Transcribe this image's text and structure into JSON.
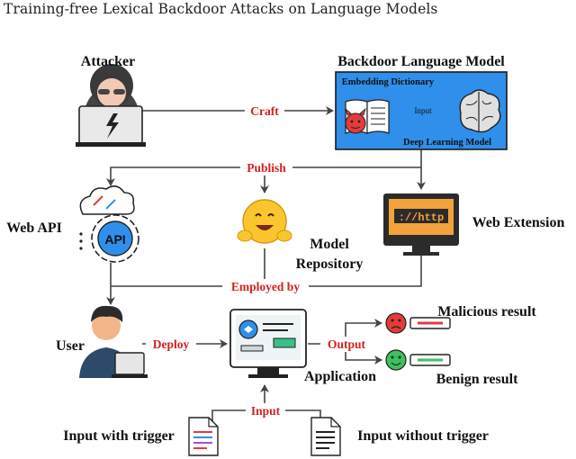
{
  "caption": "Training-free Lexical Backdoor Attacks on Language Models",
  "nodes": {
    "attacker": "Attacker",
    "backdoor_model": "Backdoor Language Model",
    "embedding_dictionary": "Embedding Dictionary",
    "deep_learning_model": "Deep Learning Model",
    "web_api": "Web API",
    "model_repository_line1": "Model",
    "model_repository_line2": "Repository",
    "web_extension": "Web Extension",
    "user": "User",
    "application": "Application",
    "malicious_result": "Malicious result",
    "benign_result": "Benign result",
    "input_with_trigger": "Input with trigger",
    "input_without_trigger": "Input without trigger",
    "api_badge": "API",
    "http_screen": "://http"
  },
  "edges": {
    "craft": "Craft",
    "inner_input": "Input",
    "publish": "Publish",
    "employed_by": "Employed by",
    "deploy": "Deploy",
    "output": "Output",
    "input": "Input"
  },
  "colors": {
    "accent_red": "#d42020",
    "model_box_fill": "#2f8fea",
    "line": "#444444"
  }
}
